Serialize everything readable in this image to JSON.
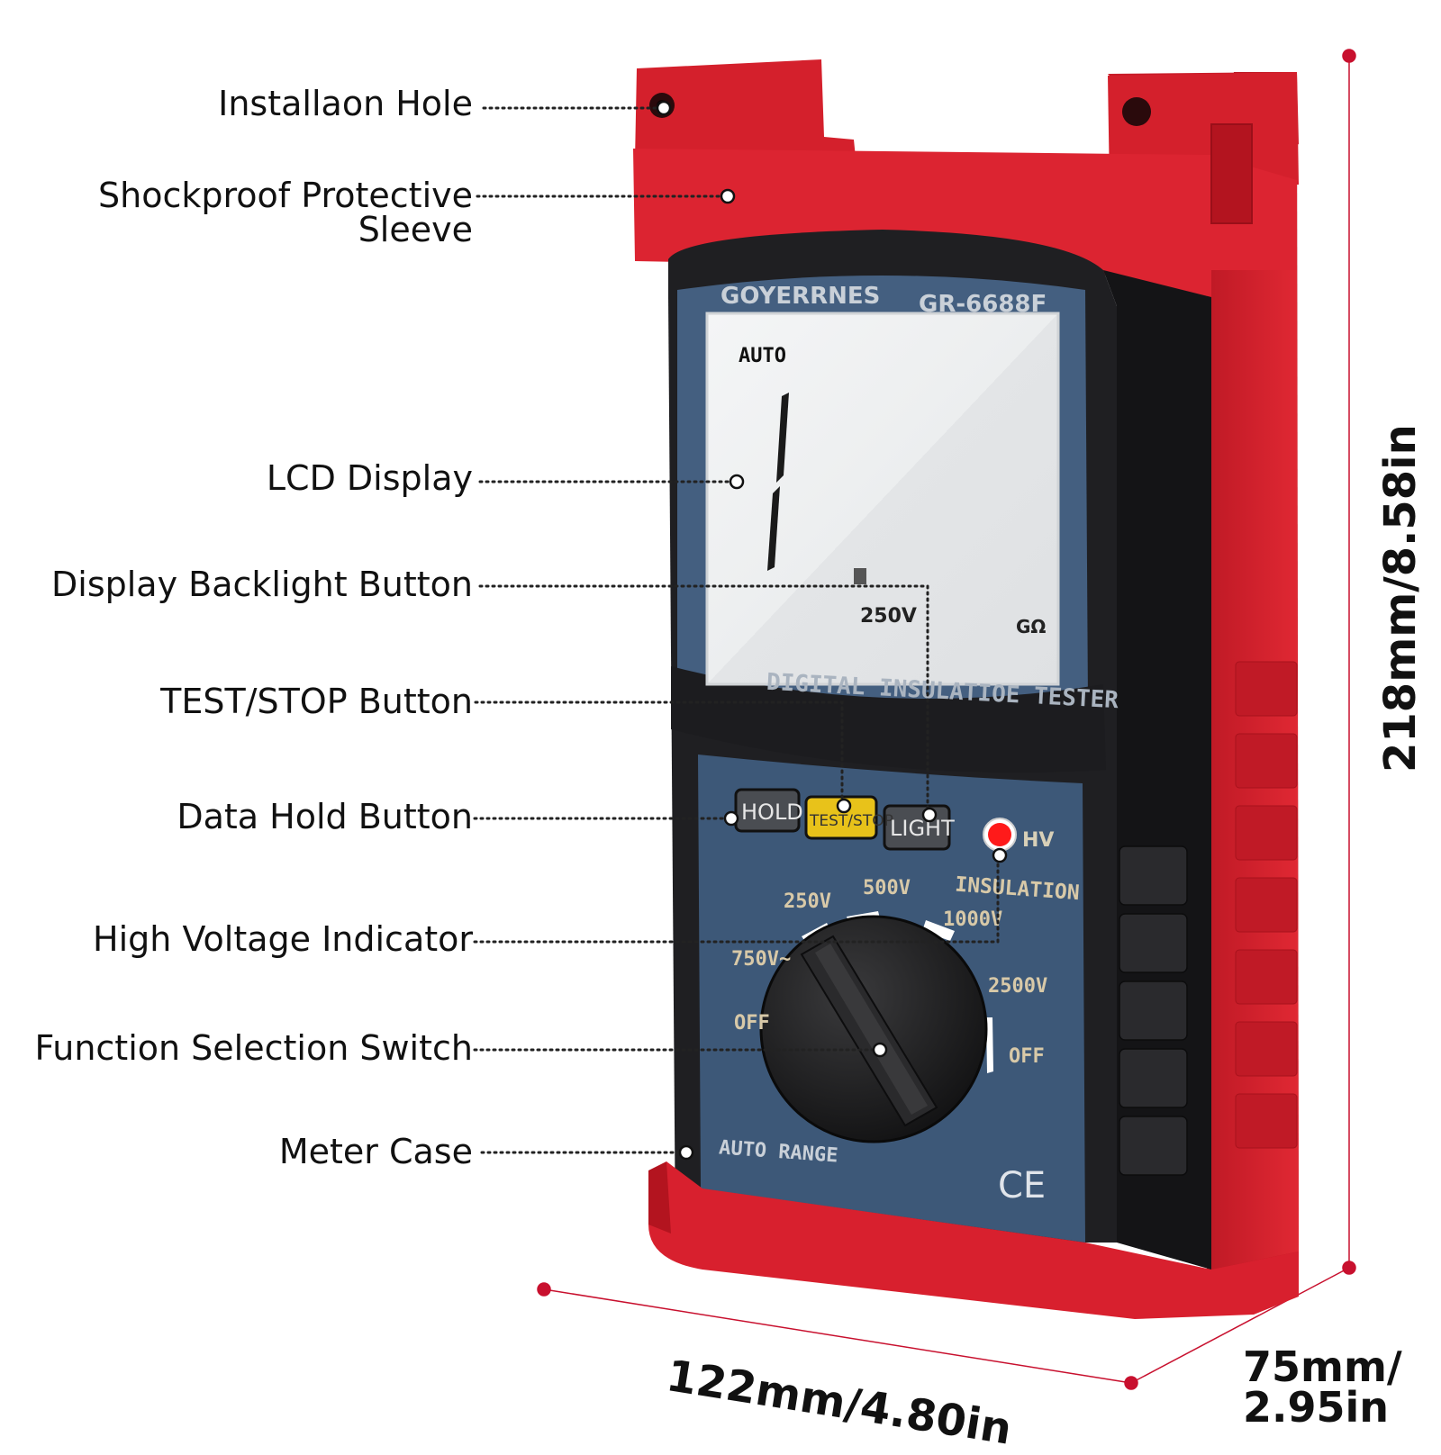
{
  "device": {
    "brand": "GOYERRNES",
    "model": "GR-6688F",
    "lcd_mode": "AUTO",
    "lcd_voltage": "250V",
    "lcd_unit": "GΩ",
    "panel_title": "DIGITAL INSULATIOE TESTER",
    "buttons": {
      "hold": "HOLD",
      "test_stop": "TEST/STOP",
      "light": "LIGHT"
    },
    "hv_label": "HV",
    "insulation_label": "INSULATION",
    "dial_labels": {
      "v250": "250V",
      "v500": "500V",
      "v1000": "1000V",
      "v2500": "2500V",
      "v750": "750V~",
      "off_left": "OFF",
      "off_right": "OFF"
    },
    "auto_range": "AUTO RANGE",
    "ce_mark": "CE"
  },
  "callouts": {
    "installation_hole": "Installaon Hole",
    "sleeve_line1": "Shockproof Protective",
    "sleeve_line2": "Sleeve",
    "lcd_display": "LCD Display",
    "backlight_button": "Display Backlight Button",
    "test_stop_button": "TEST/STOP Button",
    "data_hold_button": "Data Hold Button",
    "hv_indicator": "High Voltage Indicator",
    "function_switch": "Function Selection Switch",
    "meter_case": "Meter Case"
  },
  "dimensions": {
    "height": "218mm/8.58in",
    "width": "122mm/4.80in",
    "depth_line1": "75mm/",
    "depth_line2": "2.95in"
  },
  "colors": {
    "sleeve_red": "#d8202e",
    "case_black": "#1f1f22",
    "panel_blue": "#3d5878",
    "lcd_bg": "#e8eaec",
    "test_button": "#e8c21a",
    "hv_led": "#ff1a1a",
    "dimension_line": "#c8102e"
  }
}
